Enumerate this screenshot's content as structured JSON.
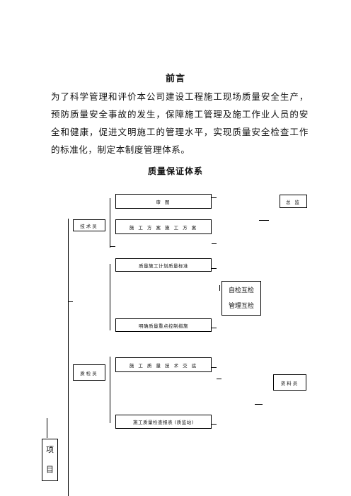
{
  "heading": "前言",
  "intro": "为了科学管理和评价本公司建设工程施工现场质量安全生产，预防质量安全事故的发生，保障施工管理及施工作业人员的安全和健康，促进文明施工的管理水平，实现质量安全检查工作的标准化，制定本制度管理体系。",
  "section_title": "质量保证体系",
  "chart": {
    "left_boxes": [
      "技术员",
      "质检员"
    ],
    "center_boxes": [
      "审 图",
      "施 工 方 案 施 工 方 案",
      "质量施工计划质量标准",
      "明确质量重点控制措施",
      "施 工 质 量 技 术 交 底",
      "施工质量检查报表 (质监站)"
    ],
    "inspect_box": [
      "自检互检",
      "管理互检"
    ],
    "right_boxes": [
      "总 监",
      "资料员"
    ],
    "project_box": [
      "项",
      "目"
    ]
  }
}
